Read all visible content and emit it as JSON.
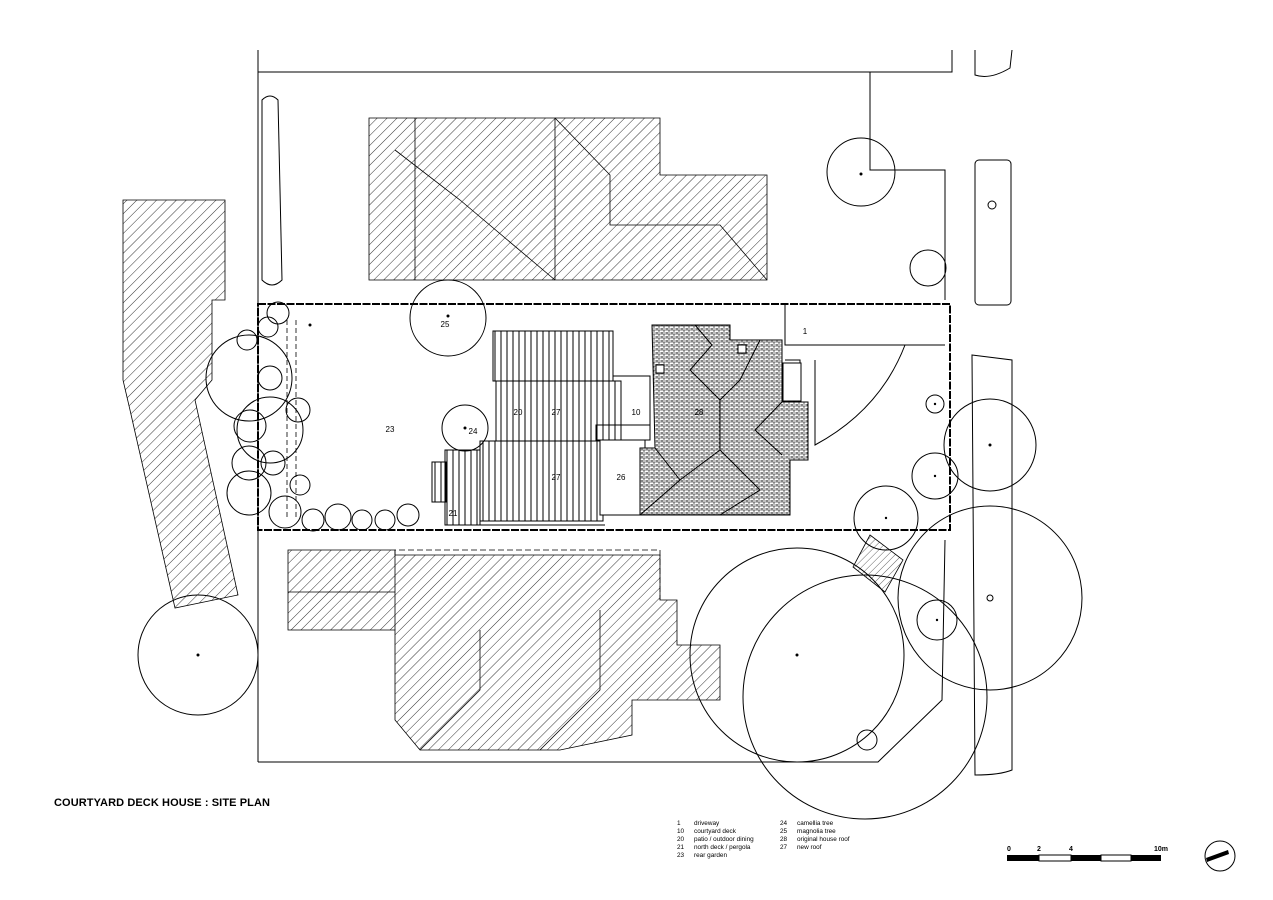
{
  "title": "COURTYARD DECK HOUSE : SITE PLAN",
  "plan_labels": [
    "1",
    "10",
    "20",
    "27",
    "27",
    "26",
    "28",
    "23",
    "24",
    "25",
    "21"
  ],
  "legend": {
    "col1": [
      {
        "num": "1",
        "text": "driveway"
      },
      {
        "num": "10",
        "text": "courtyard deck"
      },
      {
        "num": "20",
        "text": "patio / outdoor dining"
      },
      {
        "num": "21",
        "text": "north deck / pergola"
      },
      {
        "num": "23",
        "text": "rear garden"
      }
    ],
    "col2": [
      {
        "num": "24",
        "text": "camellia tree"
      },
      {
        "num": "25",
        "text": "magnolia tree"
      },
      {
        "num": "28",
        "text": "original house roof"
      },
      {
        "num": "27",
        "text": "new roof"
      }
    ]
  },
  "scale_bar": {
    "labels": [
      "0",
      "2",
      "4",
      "10m"
    ]
  },
  "north_arrow": {
    "icon": "north-arrow-icon"
  }
}
